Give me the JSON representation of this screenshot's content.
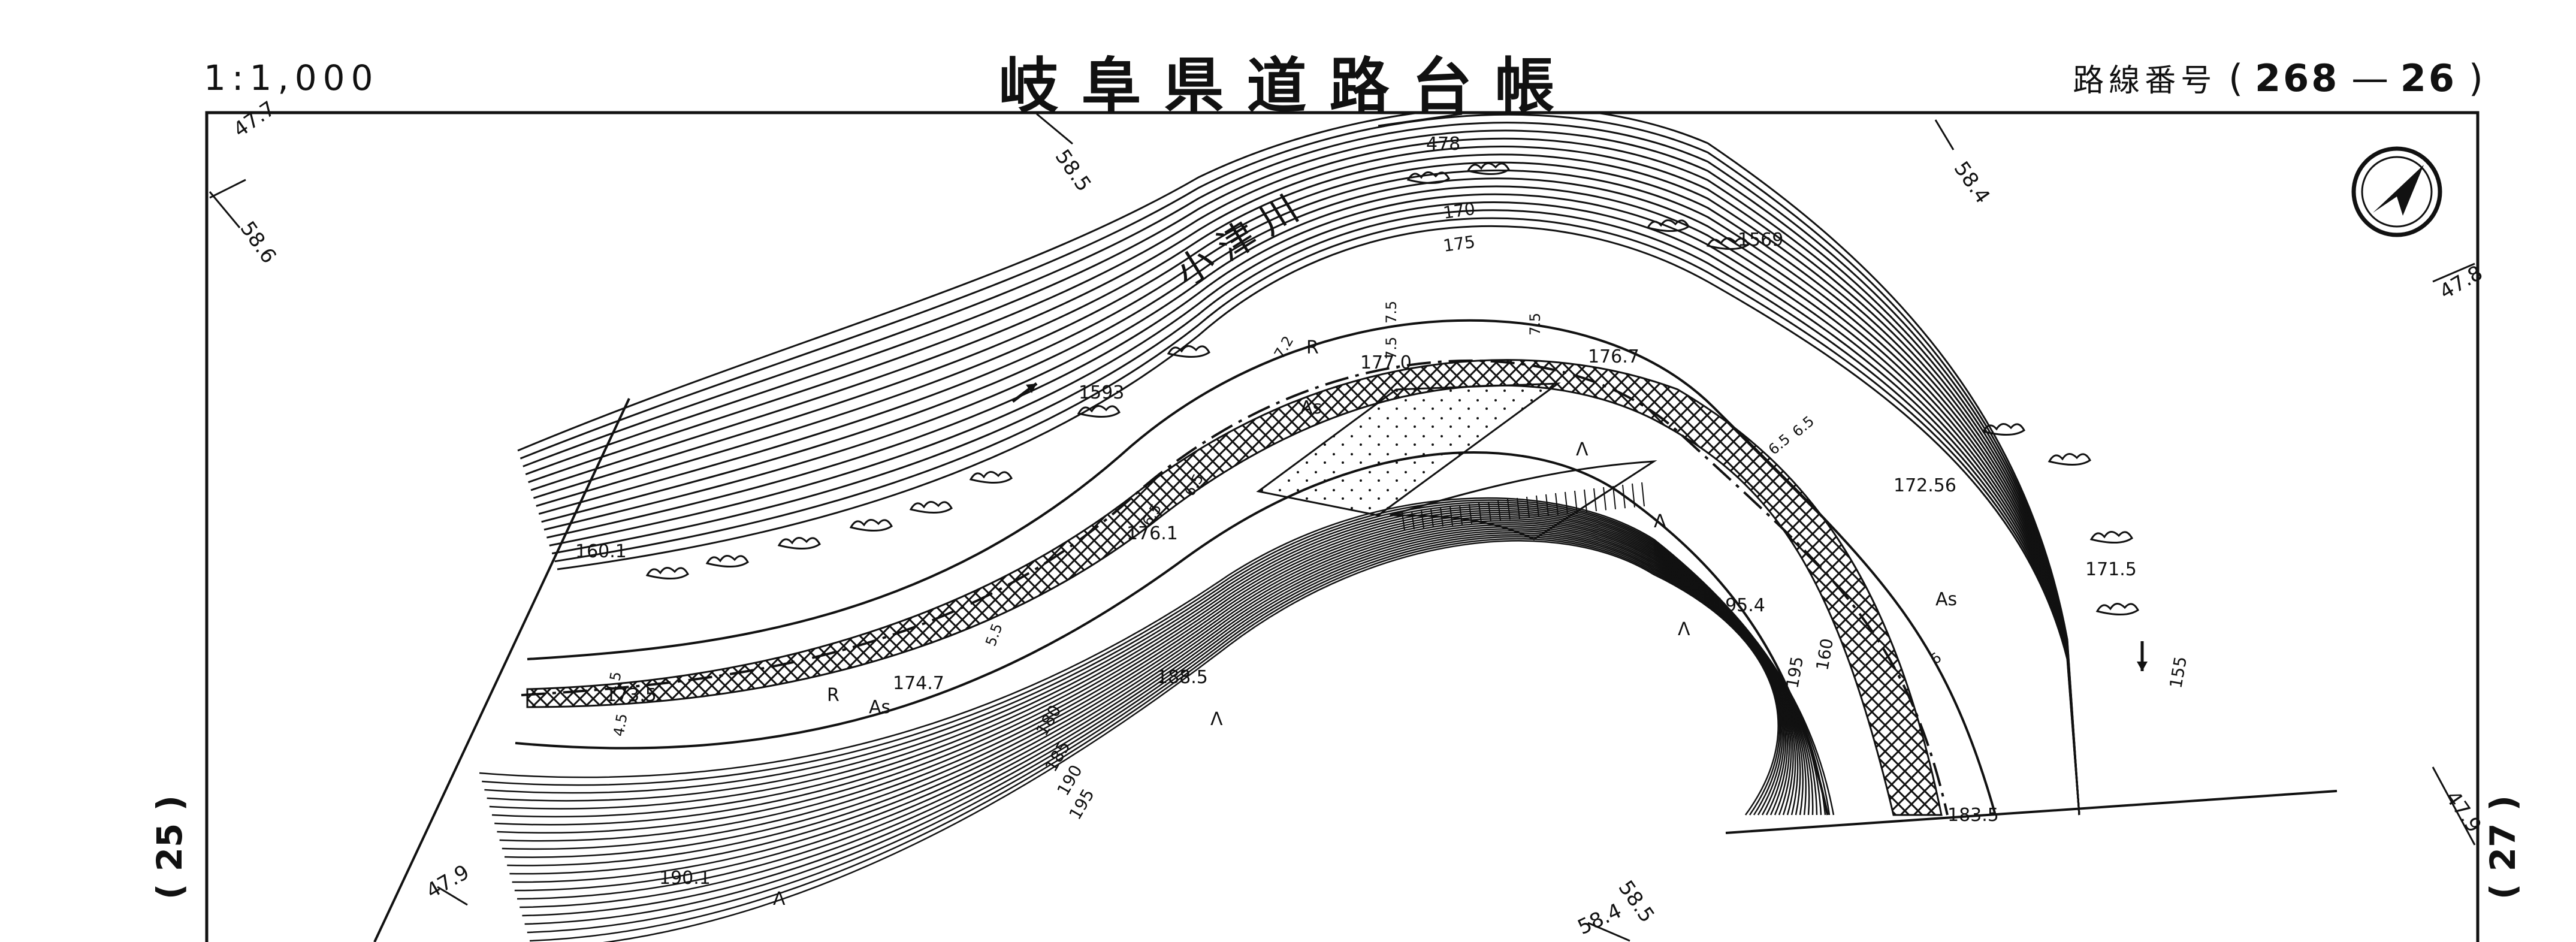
{
  "header": {
    "scale": "1:1,000",
    "title": "岐阜県道路台帳",
    "route_label": "路線番号",
    "route_open": "(",
    "route_number_a": "268",
    "route_dash": "—",
    "route_number_b": "26",
    "route_close": ")"
  },
  "sheet_refs": {
    "left": "( 25 )",
    "right": "( 27 )"
  },
  "map": {
    "river_name": "小 津 川",
    "north_arrow": "north-arrow-icon",
    "grid_marks": [
      "47.7",
      "58.6",
      "58.5",
      "47.8",
      "47.9",
      "58.4",
      "47.9",
      "58.4",
      "58.5"
    ],
    "spot_heights": [
      "478",
      "1569",
      "1593",
      "160.1",
      "176.1",
      "177.0",
      "176.7",
      "173.5",
      "174.7",
      "172.56",
      "171.5",
      "188.5",
      "195.4",
      "183.5",
      "190.1"
    ],
    "contours": [
      "170",
      "175",
      "180",
      "185",
      "190",
      "195",
      "160",
      "155",
      "195"
    ],
    "widths": [
      "7.5",
      "7.5",
      "7.5",
      "7.2",
      "6.5",
      "6.5",
      "6.5",
      "6.5",
      "4.5",
      "4.5",
      "6",
      "5.5"
    ],
    "surface_labels": [
      "As",
      "As",
      "As",
      "R",
      "R"
    ],
    "symbols": [
      "Λ",
      "Λ",
      "Λ",
      "Λ",
      "Λ"
    ]
  }
}
